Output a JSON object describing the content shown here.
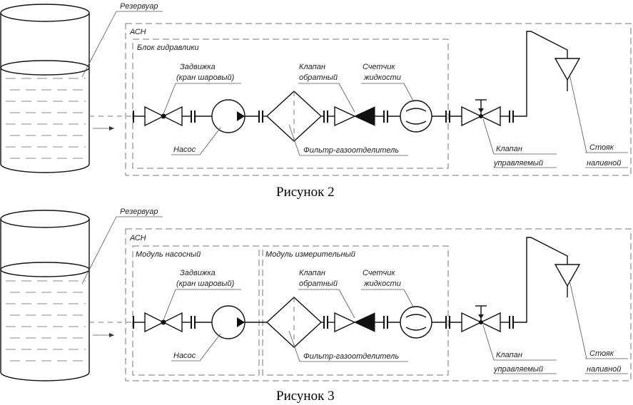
{
  "figures": [
    {
      "caption": "Рисунок 2",
      "labels": {
        "reservoir": "Резервуар",
        "system": "АСН",
        "block_hydraulics": "Блок гидравлики",
        "gate_valve_1": "Задвижка",
        "gate_valve_2": "(кран шаровый)",
        "check_valve_1": "Клапан",
        "check_valve_2": "обратный",
        "meter_1": "Счетчик",
        "meter_2": "жидкости",
        "pump": "Насос",
        "filter": "Фильтр-газоотделитель",
        "control_valve_1": "Клапан",
        "control_valve_2": "управляемый",
        "riser_1": "Стояк",
        "riser_2": "наливной"
      }
    },
    {
      "caption": "Рисунок 3",
      "labels": {
        "reservoir": "Резервуар",
        "system": "АСН",
        "module_pump": "Модуль насосный",
        "module_meter": "Модуль измерительный",
        "gate_valve_1": "Задвижка",
        "gate_valve_2": "(кран шаровый)",
        "check_valve_1": "Клапан",
        "check_valve_2": "обратный",
        "meter_1": "Счетчик",
        "meter_2": "жидкости",
        "pump": "Насос",
        "filter": "Фильтр-газоотделитель",
        "control_valve_1": "Клапан",
        "control_valve_2": "управляемый",
        "riser_1": "Стояк",
        "riser_2": "наливной"
      }
    }
  ]
}
